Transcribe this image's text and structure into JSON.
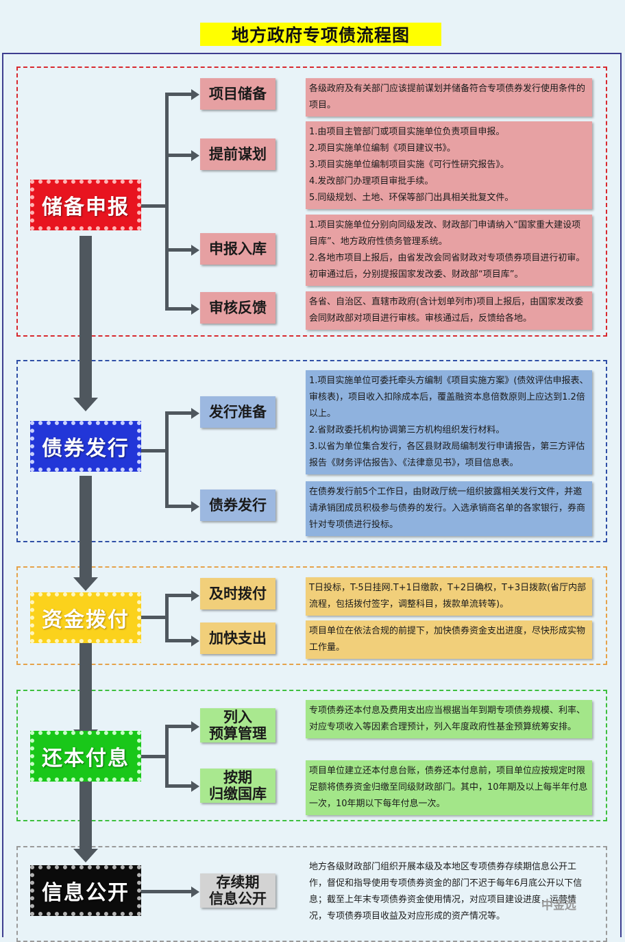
{
  "title": "地方政府专项债流程图",
  "stages": [
    {
      "label": "储备申报",
      "color": "#e8141f",
      "steps": [
        {
          "label": "项目储备",
          "lines": [
            "各级政府及有关部门应该提前谋划并储备符合专项债券发行使用条件的项目。"
          ]
        },
        {
          "label": "提前谋划",
          "lines": [
            "1.由项目主管部门或项目实施单位负责项目申报。",
            "2.项目实施单位编制《项目建议书》。",
            "3.项目实施单位编制项目实施《可行性研究报告》。",
            "4.发改部门办理项目审批手续。",
            "5.同级规划、土地、环保等部门出具相关批复文件。"
          ]
        },
        {
          "label": "申报入库",
          "lines": [
            "1.项目实施单位分别向同级发改、财政部门申请纳入“国家重大建设项目库”、地方政府性债务管理系统。",
            "2.各地市项目上报后，由省发改会同省财政对专项债券项目进行初审。初审通过后，分别提报国家发改委、财政部“项目库”。"
          ]
        },
        {
          "label": "审核反馈",
          "lines": [
            "各省、自治区、直辖市政府(含计划单列市)项目上报后，由国家发改委会同财政部对项目进行审核。审核通过后，反馈给各地。"
          ]
        }
      ]
    },
    {
      "label": "债券发行",
      "color": "#2236d8",
      "steps": [
        {
          "label": "发行准备",
          "lines": [
            "1.项目实施单位可委托牵头方编制《项目实施方案》(债效评估申报表、审核表)，项目收入扣除成本后，覆盖融资本息倍数原则上应达到1.2倍以上。",
            "2.省财政委托机构协调第三方机构组织发行材料。",
            "3.以省为单位集合发行，各区县财政局编制发行申请报告，第三方评估报告《财务评估报告》、《法律意见书》，项目信息表。"
          ]
        },
        {
          "label": "债券发行",
          "lines": [
            "在债券发行前5个工作日，由财政厅统一组织披露相关发行文件，并邀请承销团成员积极参与债券的发行。入选承销商名单的各家银行，券商针对专项债进行投标。"
          ]
        }
      ]
    },
    {
      "label": "资金拨付",
      "color": "#fbd21c",
      "steps": [
        {
          "label": "及时拨付",
          "lines": [
            "T日投标，T-5日挂网.T+1日缴款，T+2日确权，T+3日拨款(省厅内部流程，包括拨付签字，调整科目，拨款单流转等)。"
          ]
        },
        {
          "label": "加快支出",
          "lines": [
            "项目单位在依法合规的前提下，加快债券资金支出进度，尽快形成实物工作量。"
          ]
        }
      ]
    },
    {
      "label": "还本付息",
      "color": "#19c719",
      "steps": [
        {
          "label": "列入预算管理",
          "label_lines": [
            "列入",
            "预算管理"
          ],
          "lines": [
            "专项债券还本付息及费用支出应当根据当年到期专项债券规模、利率、对应专项收入等因素合理预计，列入年度政府性基金预算统筹安排。"
          ]
        },
        {
          "label": "按期归缴国库",
          "label_lines": [
            "按期",
            "归缴国库"
          ],
          "lines": [
            "项目单位建立还本付息台账，债券还本付息前，项目单位应按规定时限足额将债券资金归缴至同级财政部门。其中，10年期及以上每半年付息一次，10年期以下每年付息一次。"
          ]
        }
      ]
    },
    {
      "label": "信息公开",
      "color": "#0b0b0b",
      "steps": [
        {
          "label": "存续期信息公开",
          "label_lines": [
            "存续期",
            "信息公开"
          ],
          "lines": [
            "地方各级财政部门组织开展本级及本地区专项债券存续期信息公开工作，督促和指导使用专项债券资金的部门不迟于每年6月底公开以下信息；截至上年末专项债券资金使用情况，对应项目建设进度，运营情况，专项债券项目收益及对应形成的资产情况等。"
          ]
        }
      ]
    }
  ],
  "watermark": "中金远"
}
